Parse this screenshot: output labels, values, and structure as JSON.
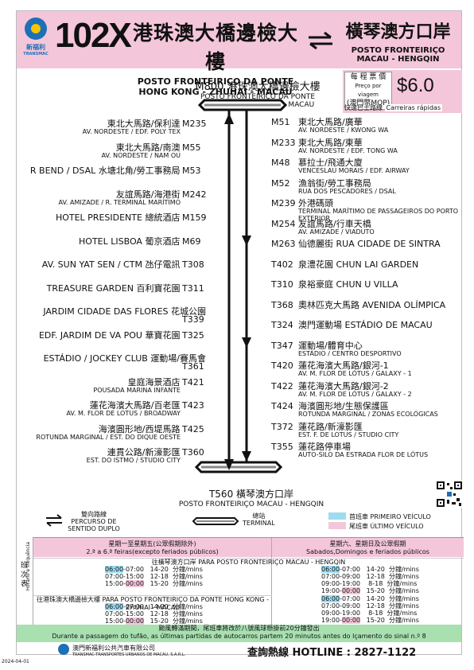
{
  "header": {
    "route": "102X",
    "dest_a_cn": "港珠澳大橋邊檢大樓",
    "dest_a_pt": "POSTO FRONTEIRIÇO DA PONTE",
    "dest_a_en": "HONG KONG - ZHUHAI - MACAU",
    "dest_b_cn": "橫琴澳方口岸",
    "dest_b_pt": "POSTO FRONTEIRIÇO",
    "dest_b_en": "MACAU - HENGQIN",
    "logo_cn": "新福利",
    "logo_en": "TRANSMAC"
  },
  "terminal_top": {
    "code_cn": "M800 港珠澳大橋邊檢大樓",
    "pt": "POSTO FRONTEIRIÇO DA PONTE",
    "en": "HONG KONG - ZHUHAI - MACAU"
  },
  "fare": {
    "label_cn": "每 程 票 價",
    "label_pt": "Preço por viagem",
    "label_unit": "(澳門幣MOP)",
    "amount": "$6.0",
    "express_cn": "快速巴士路線",
    "express_pt": "Carreiras rápidas"
  },
  "left_stops": [
    {
      "code": "M235",
      "cn": "東北大馬路/保利達",
      "pt": "AV. NORDESTE / EDF. POLY TEX"
    },
    {
      "code": "M55",
      "cn": "東北大馬路/南澳",
      "pt": "AV. NORDESTE / NAM OU"
    },
    {
      "code": "M53",
      "cn": "R BEND / DSAL 水塘北角/勞工事務局",
      "pt": ""
    },
    {
      "code": "M242",
      "cn": "友誼馬路/海港街",
      "pt": "AV. AMIZADE / R. TERMINAL MARÍTIMO"
    },
    {
      "code": "M159",
      "cn": "HOTEL PRESIDENTE 總統酒店",
      "pt": ""
    },
    {
      "code": "M69",
      "cn": "HOTEL LISBOA 葡京酒店",
      "pt": ""
    },
    {
      "code": "T308",
      "cn": "AV. SUN YAT SEN / CTM 氹仔電訊",
      "pt": ""
    },
    {
      "code": "T311",
      "cn": "TREASURE GARDEN 百利寶花園",
      "pt": ""
    },
    {
      "code": "T339",
      "cn": "JARDIM CIDADE DAS FLORES 花城公園",
      "pt": ""
    },
    {
      "code": "T325",
      "cn": "EDF. JARDIM DE VA POU 華寶花園",
      "pt": ""
    },
    {
      "code": "T361",
      "cn": "ESTÁDIO / JOCKEY CLUB 運動場/賽馬會",
      "pt": ""
    },
    {
      "code": "T421",
      "cn": "皇庭海景酒店",
      "pt": "POUSADA MARINA INFANTE"
    },
    {
      "code": "T423",
      "cn": "蓮花海濱大馬路/百老匯",
      "pt": "AV. M. FLOR DE LOTUS / BROADWAY"
    },
    {
      "code": "T425",
      "cn": "海濱圓形地/西堤馬路",
      "pt": "ROTUNDA MARGINAL / EST. DO DIQUE OESTE"
    },
    {
      "code": "T360",
      "cn": "連貫公路/新濠影匯",
      "pt": "EST. DO ISTMO / STUDIO CITY"
    }
  ],
  "right_stops": [
    {
      "code": "M51",
      "cn": "東北大馬路/廣華",
      "pt": "AV. NORDESTE / KWONG WA"
    },
    {
      "code": "M233",
      "cn": "東北大馬路/東華",
      "pt": "AV. NORDESTE / EDF. TONG WA"
    },
    {
      "code": "M48",
      "cn": "慕拉士/飛通大廈",
      "pt": "VENCESLAU MORAIS / EDF. AIRWAY"
    },
    {
      "code": "M52",
      "cn": "漁翁街/勞工事務局",
      "pt": "RUA DOS PESCADORES / DSAL"
    },
    {
      "code": "M239",
      "cn": "外港碼頭",
      "pt": "TERMINAL MARÍTIMO DE PASSAGEIROS DO PORTO EXTERIOR"
    },
    {
      "code": "M254",
      "cn": "友誼馬路/行車天橋",
      "pt": "AV. AMIZADE / VIADUTO"
    },
    {
      "code": "M263",
      "cn": "仙德麗街 RUA CIDADE DE SINTRA",
      "pt": ""
    },
    {
      "code": "T402",
      "cn": "泉澧花園 CHUN LAI GARDEN",
      "pt": ""
    },
    {
      "code": "T310",
      "cn": "泉裕豪庭 CHUN U VILLA",
      "pt": ""
    },
    {
      "code": "T368",
      "cn": "奧林匹克大馬路 AVENIDA OLÍMPICA",
      "pt": ""
    },
    {
      "code": "T324",
      "cn": "澳門運動場 ESTÁDIO DE MACAU",
      "pt": ""
    },
    {
      "code": "T347",
      "cn": "運動場/體育中心",
      "pt": "ESTÁDIO / CENTRO DESPORTIVO"
    },
    {
      "code": "T420",
      "cn": "蓮花海濱大馬路/銀河-1",
      "pt": "AV. M. FLOR DE LÓTUS / GALAXY - 1"
    },
    {
      "code": "T422",
      "cn": "蓮花海濱大馬路/銀河-2",
      "pt": "AV. M. FLOR DE LÓTUS / GALAXY - 2"
    },
    {
      "code": "T424",
      "cn": "海濱圓形地/生態保護區",
      "pt": "ROTUNDA MARGINAL / ZONAS ECOLÓGICAS"
    },
    {
      "code": "T372",
      "cn": "蓮花路/新濠影匯",
      "pt": "EST. F. DE LOTUS / STUDIO CITY"
    },
    {
      "code": "T355",
      "cn": "蓮花路停車場",
      "pt": "AUTO-SILO DA ESTRADA FLOR DE LÓTUS"
    }
  ],
  "terminal_bottom": {
    "cn": "T560 橫琴澳方口岸",
    "pt": "POSTO FRONTEIRIÇO MACAU - HENGQIN"
  },
  "legend": {
    "two_way_cn": "雙向路線",
    "two_way_pt": "PERCURSO DE SENTIDO DUPLO",
    "terminal_cn": "總站",
    "terminal_pt": "TERMINAL",
    "first_cn": "首班車",
    "first_pt": "PRIMEIRO VEÍCULO",
    "last_cn": "尾班車",
    "last_pt": "ÚLTIMO VEÍCULO",
    "first_color": "#9ddcf0",
    "last_color": "#f4c6da"
  },
  "schedule": {
    "side_cn": "班 次 表",
    "side_pt": "Horário e frequência",
    "weekday_cn": "星期一至星期五(公眾假期除外)",
    "weekday_pt": "2.ª a 6.ª feiras(excepto feriados públicos)",
    "weekend_cn": "星期六、星期日及公眾假期",
    "weekend_pt": "Sabados,Domingos e feriados públicos",
    "dir1": "往橫琴澳方口岸      PARA POSTO FRONTEIRIÇO MACAU - HENGQIN",
    "dir2": "往港珠澳大橋邊檢大樓   PARA POSTO FRONTEIRIÇO DA PONTE HONG KONG - ZHUHAI - MACAU",
    "weekday_rows": [
      "06:00-07:00   14-20  分鐘/mins",
      "07:00-15:00   12-18  分鐘/mins",
      "15:00-00:00   15-20  分鐘/mins"
    ],
    "weekend_rows": [
      "06:00-07:00   14-20  分鐘/mins",
      "07:00-09:00   12-18  分鐘/mins",
      "09:00-19:00    8-18  分鐘/mins",
      "19:00-00:00   15-20  分鐘/mins"
    ],
    "notice_cn": "颱風轉滿期間，尾班車將改於八號風球懸掛前20分鐘發出",
    "notice_pt": "Durante a passagem do tufão, as últimas partidas de autocarros partem 20 minutos antes do lçamento do sinal n.º 8"
  },
  "footer": {
    "org_cn": "澳門新福利公共汽車有限公司",
    "org_pt": "TRANSMAC-TRANSPORTES URBANOS DE MACAU, S.A.R.L.",
    "hotline": "查詢熱線 HOTLINE : 2827-1122",
    "date": "2024-04-01"
  }
}
